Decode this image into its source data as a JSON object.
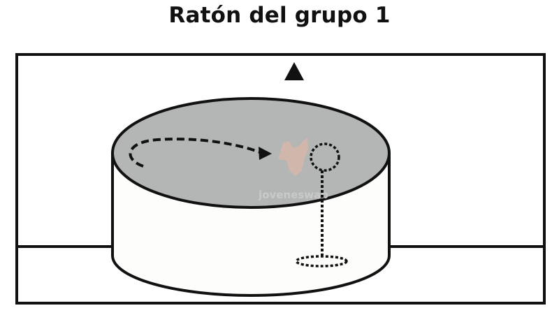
{
  "title": "Ratón del grupo 1",
  "watermark": {
    "text": "joveneswab"
  },
  "colors": {
    "outline": "#111111",
    "platform_top": "#b3b6b5",
    "platform_side": "#fdfdfb",
    "background": "#ffffff",
    "watermark_text": "#c9c9c9",
    "watermark_logo": "#e9b8a3"
  },
  "icons": {
    "direction": "up-triangle-icon",
    "watermark_logo": "fox-logo"
  }
}
